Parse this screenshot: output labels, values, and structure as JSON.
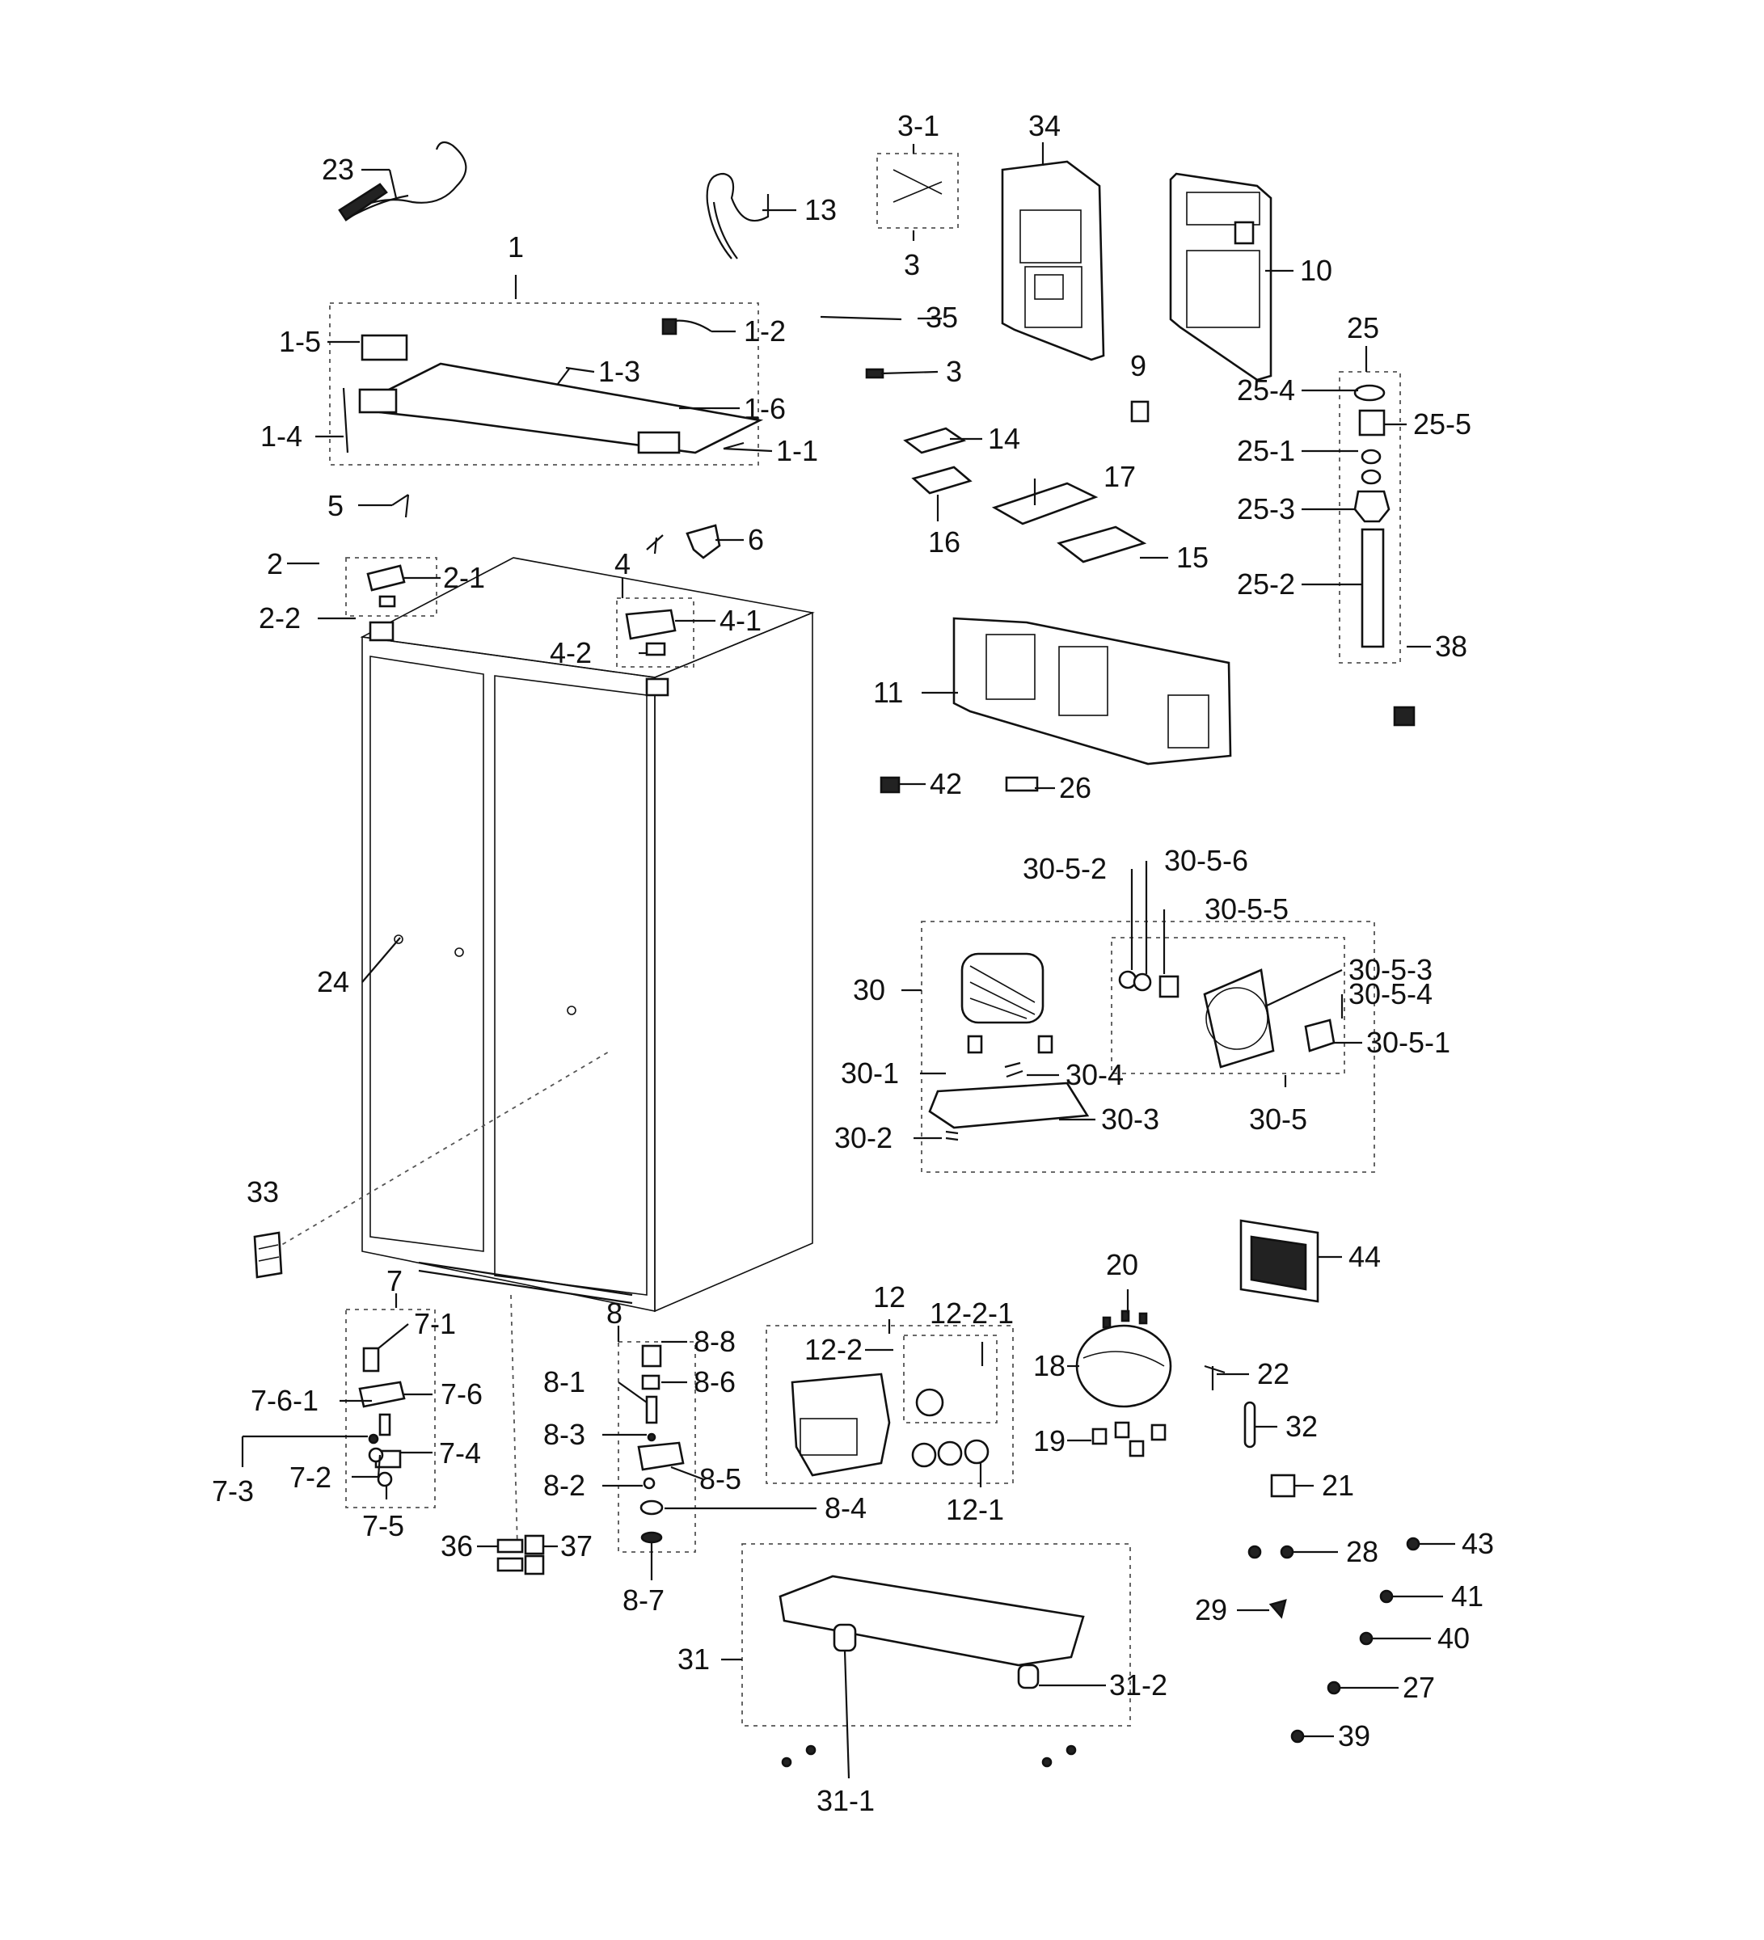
{
  "diagram": {
    "labels": [
      "23",
      "13",
      "3-1",
      "3",
      "34",
      "10",
      "1",
      "1-2",
      "35",
      "1-5",
      "1-3",
      "3",
      "9",
      "25",
      "25-4",
      "25-5",
      "1-6",
      "1-4",
      "1-1",
      "14",
      "25-1",
      "17",
      "25-3",
      "5",
      "16",
      "6",
      "2",
      "4",
      "15",
      "2-1",
      "25-2",
      "2-2",
      "4-1",
      "38",
      "4-2",
      "11",
      "42",
      "26",
      "30-5-2",
      "30-5-6",
      "30-5-5",
      "24",
      "30-5-3",
      "30",
      "30-5-4",
      "30-5-1",
      "30-1",
      "30-4",
      "30-2",
      "30-3",
      "30-5",
      "33",
      "20",
      "44",
      "7",
      "12",
      "12-2-1",
      "7-1",
      "8",
      "8-8",
      "12-2",
      "18",
      "22",
      "8-6",
      "7-6-1",
      "7-6",
      "8-1",
      "32",
      "8-3",
      "7-4",
      "19",
      "7-3",
      "7-2",
      "8-2",
      "8-5",
      "21",
      "7-5",
      "8-4",
      "12-1",
      "36",
      "37",
      "28",
      "43",
      "8-7",
      "41",
      "29",
      "40",
      "31",
      "31-2",
      "27",
      "39",
      "31-1"
    ]
  }
}
